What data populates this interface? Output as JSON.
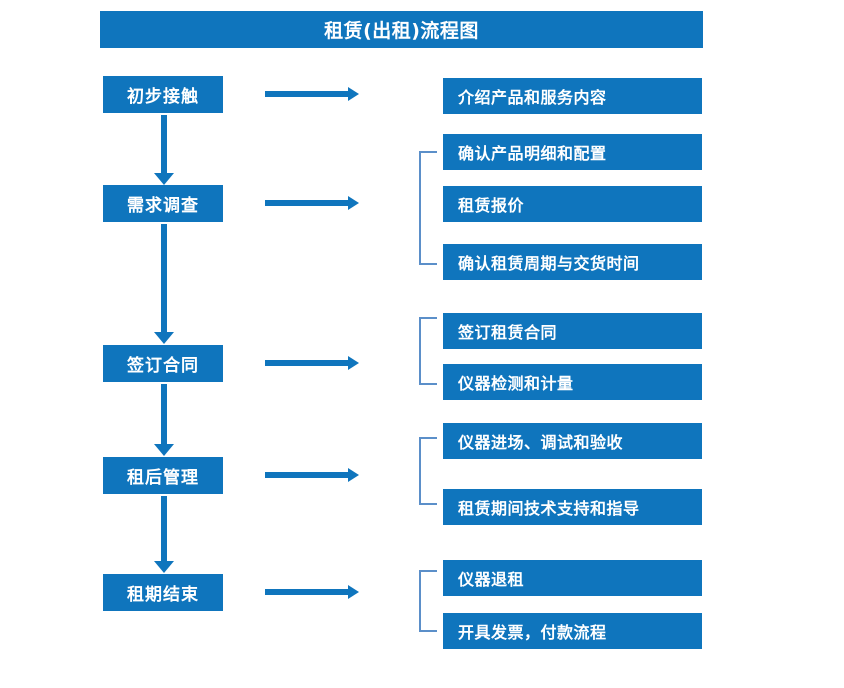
{
  "diagram": {
    "title": "租赁(出租)流程图",
    "colors": {
      "box_blue": "#0f75bd",
      "bracket_blue": "#5b8fc9",
      "text": "#ffffff",
      "background": "#ffffff"
    },
    "stages": [
      {
        "label": "初步接触"
      },
      {
        "label": "需求调查"
      },
      {
        "label": "签订合同"
      },
      {
        "label": "租后管理"
      },
      {
        "label": "租期结束"
      }
    ],
    "details": [
      {
        "label": "介绍产品和服务内容"
      },
      {
        "label": "确认产品明细和配置"
      },
      {
        "label": "租赁报价"
      },
      {
        "label": "确认租赁周期与交货时间"
      },
      {
        "label": "签订租赁合同"
      },
      {
        "label": "仪器检测和计量"
      },
      {
        "label": "仪器进场、调试和验收"
      },
      {
        "label": "租赁期间技术支持和指导"
      },
      {
        "label": "仪器退租"
      },
      {
        "label": "开具发票，付款流程"
      }
    ]
  }
}
